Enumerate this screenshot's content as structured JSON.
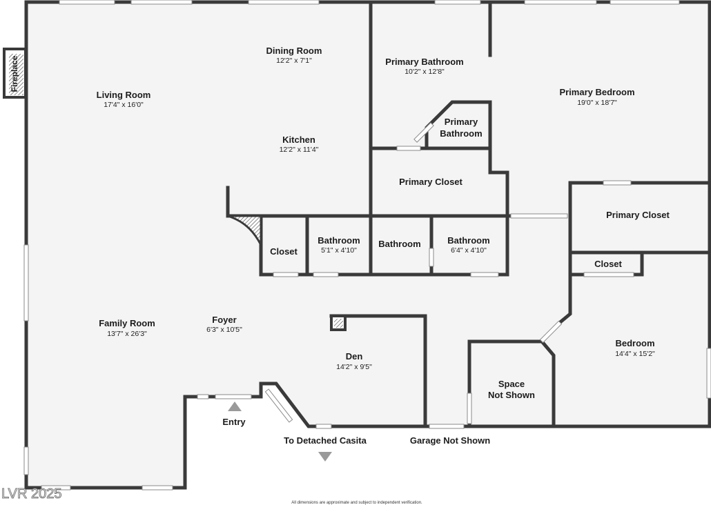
{
  "rooms": {
    "dining_room": {
      "name": "Dining Room",
      "dims": "12'2\" x 7'1\""
    },
    "living_room": {
      "name": "Living Room",
      "dims": "17'4\" x 16'0\""
    },
    "kitchen": {
      "name": "Kitchen",
      "dims": "12'2\" x 11'4\""
    },
    "primary_bathroom": {
      "name": "Primary Bathroom",
      "dims": "10'2\" x 12'8\""
    },
    "primary_bathroom_small": {
      "name_line1": "Primary",
      "name_line2": "Bathroom"
    },
    "primary_bedroom": {
      "name": "Primary Bedroom",
      "dims": "19'0\" x 18'7\""
    },
    "primary_closet_1": {
      "name": "Primary Closet"
    },
    "primary_closet_2": {
      "name": "Primary Closet"
    },
    "closet_hall": {
      "name": "Closet"
    },
    "bathroom_1": {
      "name": "Bathroom",
      "dims": "5'1\" x 4'10\""
    },
    "bathroom_2": {
      "name": "Bathroom"
    },
    "bathroom_3": {
      "name": "Bathroom",
      "dims": "6'4\" x 4'10\""
    },
    "closet_bedroom": {
      "name": "Closet"
    },
    "family_room": {
      "name": "Family Room",
      "dims": "13'7\" x 26'3\""
    },
    "foyer": {
      "name": "Foyer",
      "dims": "6'3\" x 10'5\""
    },
    "den": {
      "name": "Den",
      "dims": "14'2\" x 9'5\""
    },
    "space_not_shown": {
      "name_line1": "Space",
      "name_line2": "Not Shown"
    },
    "bedroom": {
      "name": "Bedroom",
      "dims": "14'4\" x 15'2\""
    }
  },
  "labels": {
    "fireplace": "Fireplace",
    "entry": "Entry",
    "to_detached_casita": "To Detached Casita",
    "garage_not_shown": "Garage Not Shown"
  },
  "footer": {
    "watermark": "LVR 2025",
    "disclaimer": "All dimensions are approximate and subject to independent verification."
  },
  "colors": {
    "wall": "#3a3a3a",
    "floor": "#f4f4f4",
    "arrow": "#9a9a9a"
  }
}
